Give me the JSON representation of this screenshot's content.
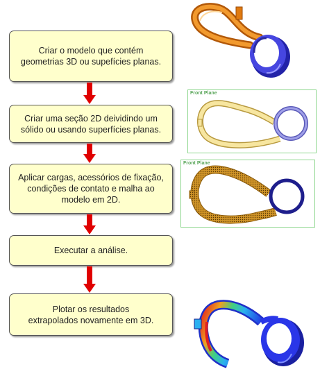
{
  "steps": [
    {
      "label": "Criar o modelo que contém\ngeometrias 3D ou supefícies planas."
    },
    {
      "label": "Criar uma seção 2D deividindo um\nsólido ou usando superfícies planas."
    },
    {
      "label": "Aplicar cargas, acessórios de fixação,\ncondições de contato e malha ao\nmodelo em 2D."
    },
    {
      "label": "Executar a análise."
    },
    {
      "label": "Plotar os resultados\nextrapolados novamente em 3D."
    }
  ],
  "planes": [
    {
      "label": "Front Plane"
    },
    {
      "label": "Front Plane"
    }
  ],
  "colors": {
    "box_fill": "#ffffcc",
    "arrow": "#e00000",
    "orange": "#e07a10",
    "blue": "#3a3ad8",
    "pale_yellow": "#f7e6a0",
    "pale_blue": "#8f8fe6",
    "mesh": "#c98a1a",
    "navy": "#1e1e8c"
  }
}
